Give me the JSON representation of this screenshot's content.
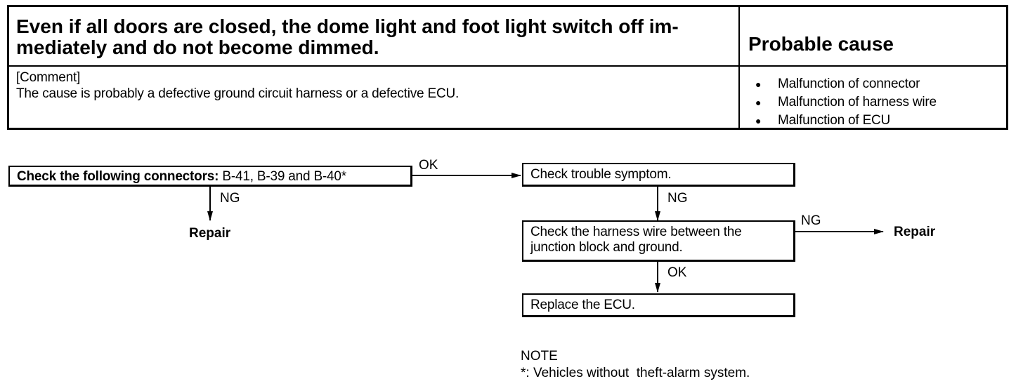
{
  "header": {
    "symptom_title": "Even if all doors are closed, the dome light and foot light switch off im-mediately and do not become dimmed.",
    "cause_title": "Probable cause",
    "comment_label": "[Comment]",
    "comment_text": "The cause is probably a defective ground circuit harness or a defective ECU.",
    "causes": [
      "Malfunction of connector",
      "Malfunction of harness wire",
      "Malfunction of ECU"
    ]
  },
  "flow": {
    "check_connectors_prefix": "Check the following connectors:",
    "check_connectors_suffix": "B-41, B-39 and B-40*",
    "ok_1": "OK",
    "ng_1": "NG",
    "repair_1": "Repair",
    "check_symptom": "Check trouble symptom.",
    "ng_2": "NG",
    "check_harness": "Check the harness wire between the junction block and ground.",
    "ng_3": "NG",
    "repair_2": "Repair",
    "ok_2": "OK",
    "replace_ecu": "Replace the ECU."
  },
  "note": {
    "title": "NOTE",
    "text": "*: Vehicles without  theft-alarm system."
  }
}
